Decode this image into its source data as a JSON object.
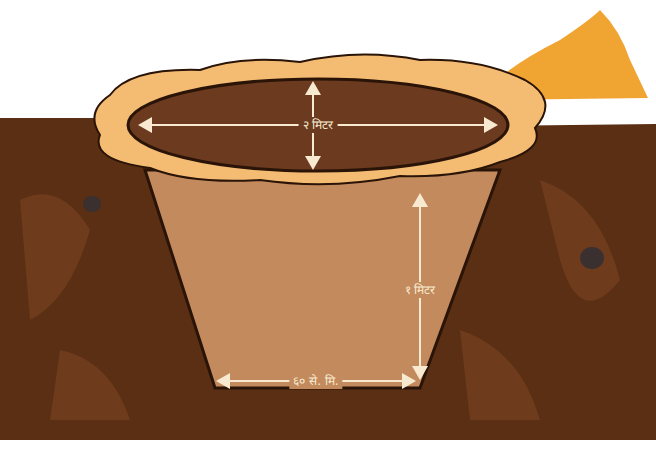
{
  "diagram": {
    "labels": [
      "२ मिटर",
      "१ मिटर",
      "६० से. मि."
    ]
  }
}
